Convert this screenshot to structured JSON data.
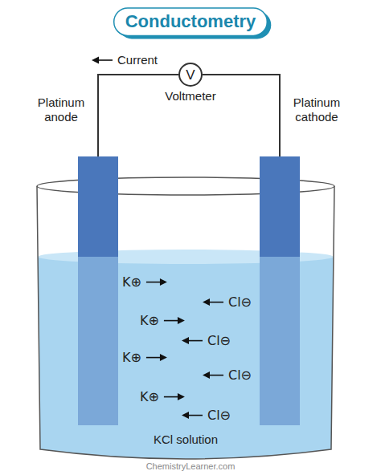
{
  "diagram": {
    "title": "Conductometry",
    "nodes": [
      {
        "text": [
          "V",
          "Voltmeter"
        ]
      },
      {
        "text": [
          "Platinum anode"
        ]
      },
      {
        "text": [
          "Platinum cathode"
        ]
      },
      {
        "text": [
          "KCl solution"
        ]
      }
    ],
    "edges": [
      {
        "from": 1,
        "to": 0,
        "arrow": "none"
      },
      {
        "from": 0,
        "to": 2,
        "arrow": "none"
      }
    ],
    "labels": [
      "Current",
      "K⊕",
      "Cl⊖",
      "K⊕",
      "Cl⊖",
      "K⊕",
      "Cl⊖",
      "K⊕",
      "Cl⊖",
      "ChemistryLearner.com"
    ]
  }
}
